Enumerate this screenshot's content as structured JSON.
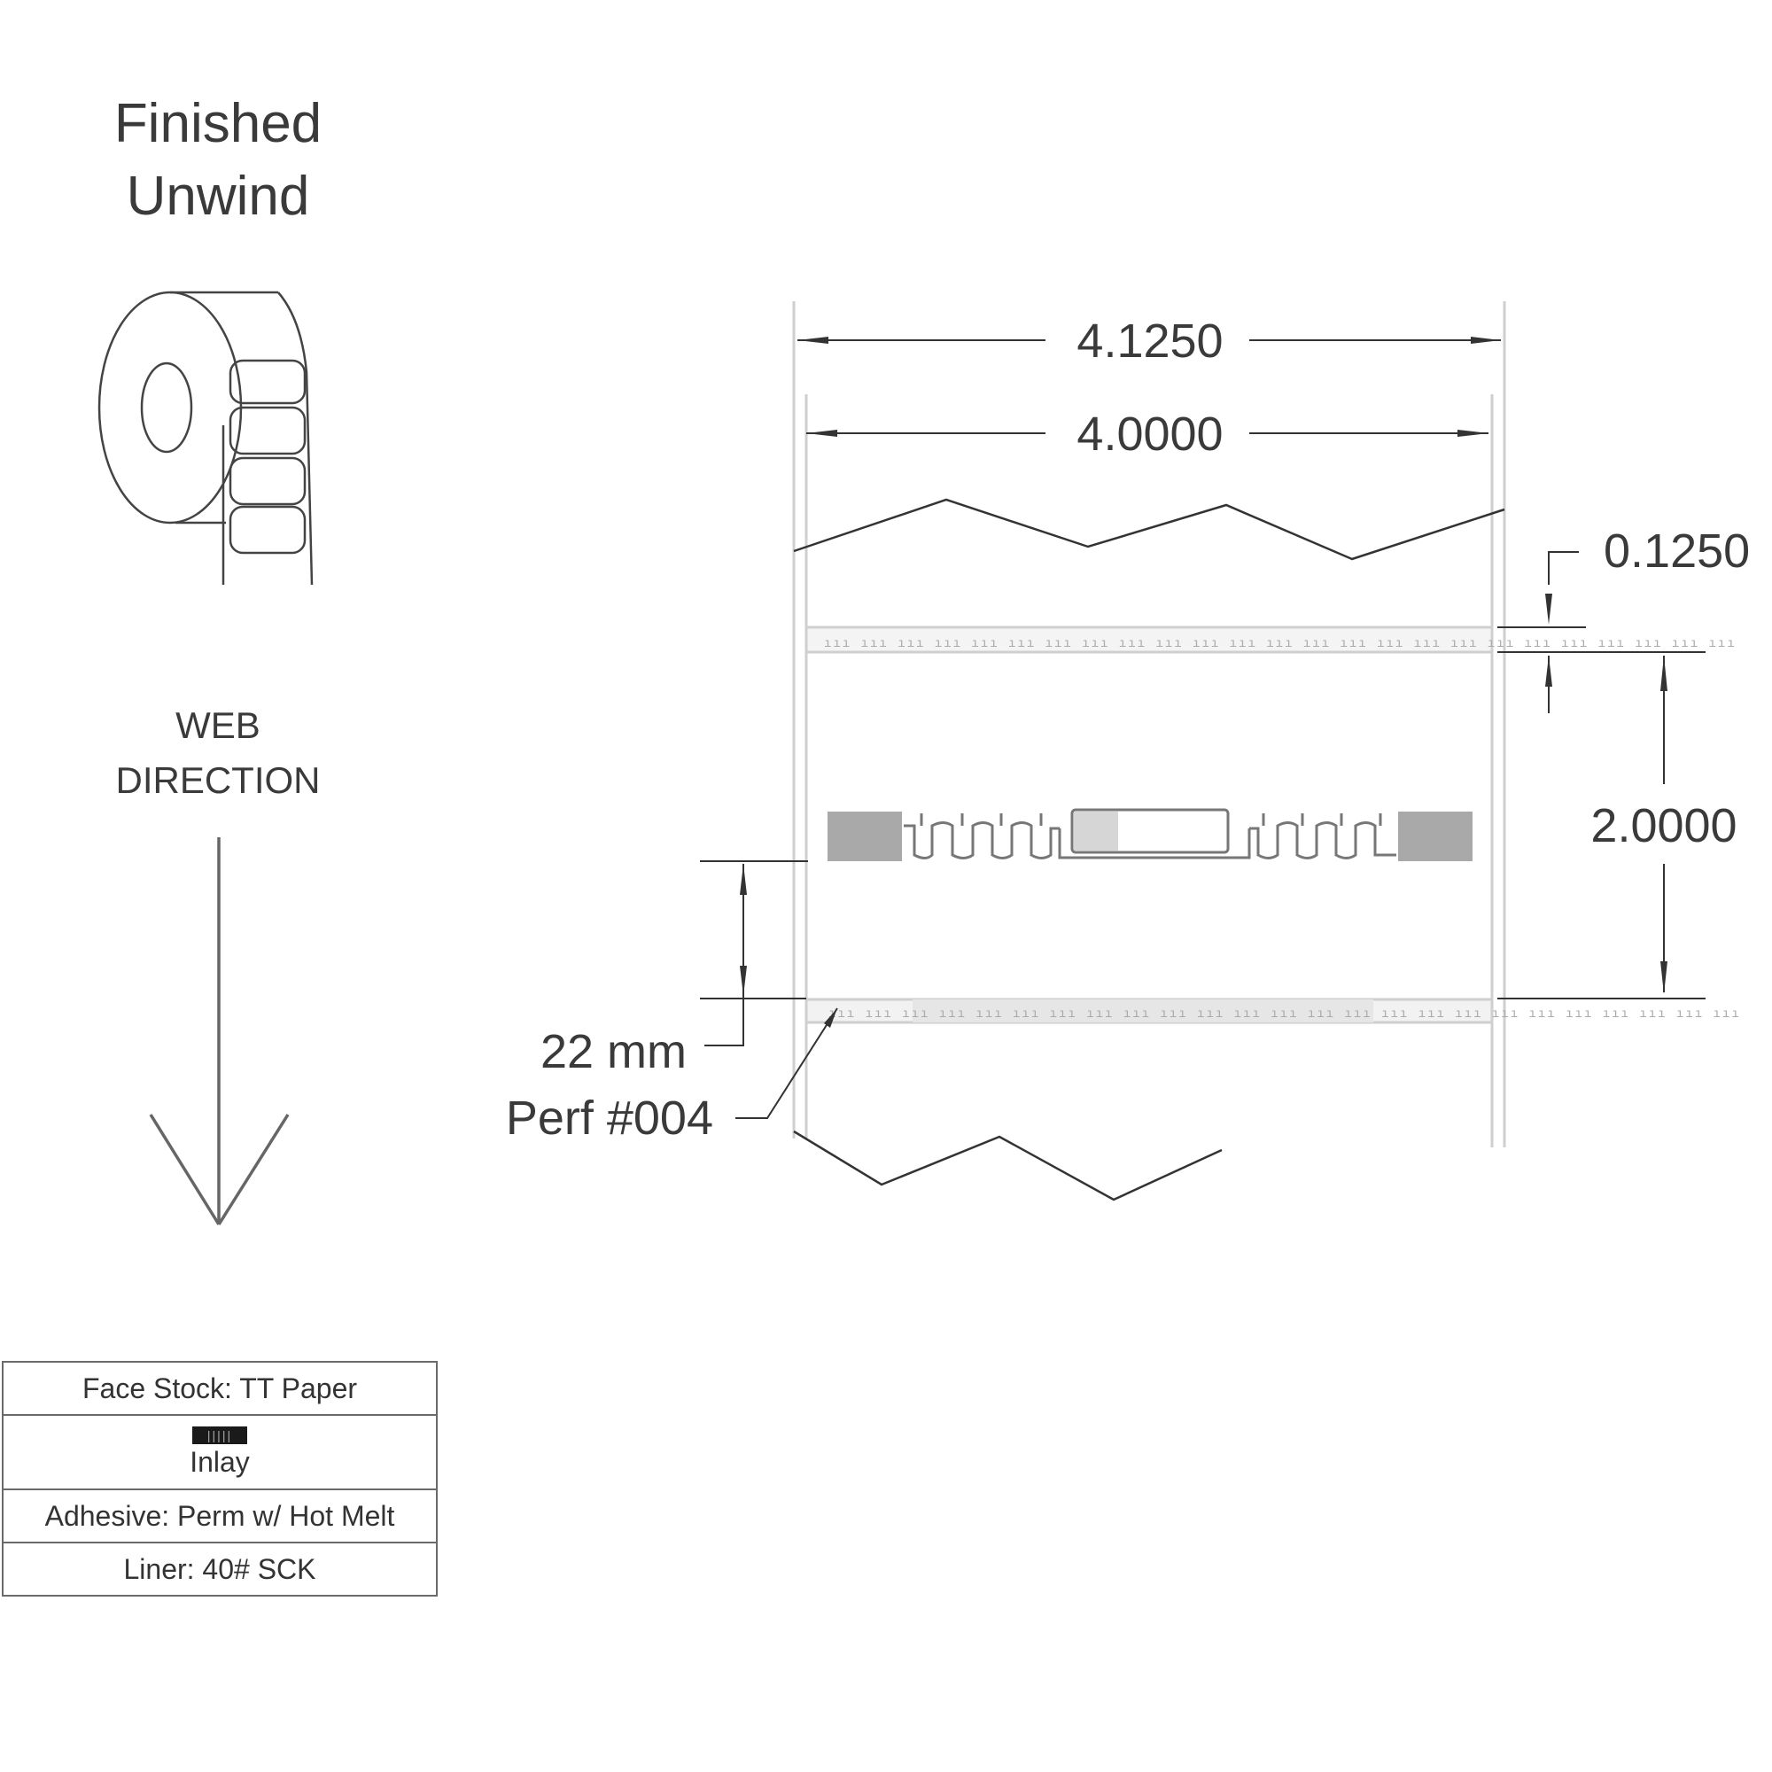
{
  "unwind": {
    "title_line1": "Finished",
    "title_line2": "Unwind"
  },
  "web_direction": {
    "line1": "WEB",
    "line2": "DIRECTION"
  },
  "dimensions": {
    "overall_width": "4.1250",
    "label_width": "4.0000",
    "gap": "0.1250",
    "label_repeat": "2.0000",
    "inlay_offset": "22 mm",
    "perf": "Perf #004"
  },
  "spec_table": {
    "rows": [
      {
        "label": "Face Stock: TT Paper"
      },
      {
        "badge": "|||||",
        "label": "Inlay"
      },
      {
        "label": "Adhesive: Perm w/ Hot Melt"
      },
      {
        "label": "Liner: 40# SCK"
      }
    ]
  },
  "colors": {
    "line": "#333333",
    "liner": "#d9d9d9",
    "inlay_pad": "#a9a9a9"
  }
}
